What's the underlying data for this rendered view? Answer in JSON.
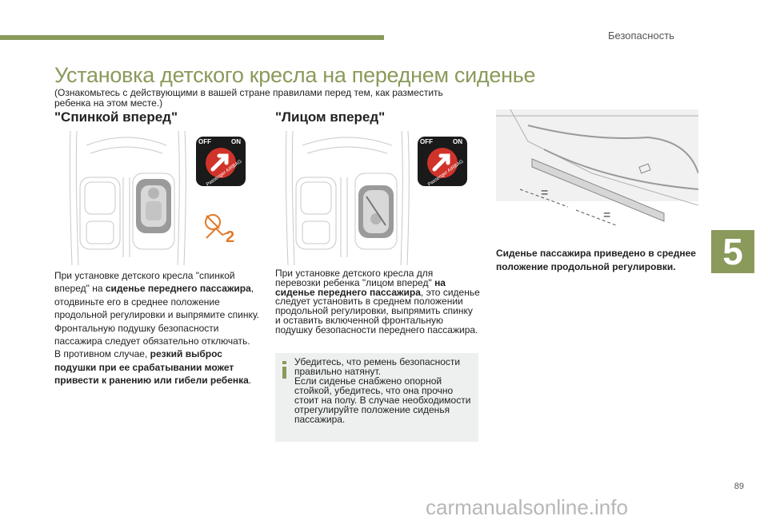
{
  "section": "Безопасность",
  "title": "Установка детского кресла на переднем сиденье",
  "subtitle": "(Ознакомьтесь с действующими в вашей стране правилами перед тем, как разместить ребенка на этом месте.)",
  "rear": {
    "heading": "\"Спинкой вперед\"",
    "p1_a": "При установке детского кресла \"спинкой вперед\" на ",
    "p1_b": "сиденье переднего пассажира",
    "p1_c": ", отодвиньте его в среднее положение продольной регулировки и выпрямите спинку.",
    "p2": "Фронтальную подушку безопасности пассажира следует обязательно отключать.",
    "p3_a": "В противном случае, ",
    "p3_b": "резкий выброс подушки при ее срабатывании может привести к ранению или гибели ребенка",
    "p3_c": "."
  },
  "front": {
    "heading": "\"Лицом вперед\"",
    "p1_a": "При установке детского кресла для перевозки ребенка \"лицом вперед\" ",
    "p1_b": "на сиденье переднего пассажира",
    "p1_c": ", это сиденье следует установить в среднем положении продольной регулировки, выпрямить спинку и оставить включенной фронтальную подушку безопасности переднего пассажира."
  },
  "note": {
    "l1": "Убедитесь, что ремень безопасности правильно натянут.",
    "l2": "Если сиденье снабжено опорной стойкой, убедитесь, что она прочно стоит на полу. В случае необходимости отрегулируйте положение сиденья пассажира."
  },
  "caption": "Сиденье пассажира приведено в среднее положение продольной регулировки.",
  "airbag": {
    "off": "OFF",
    "on": "ON",
    "label": "Passenger AIRBAG"
  },
  "seat_marks": {
    "eq1": "=",
    "eq2": "="
  },
  "warning_number": "2",
  "chapter": "5",
  "page_number": "89",
  "watermark": "carmanualsonline.info",
  "colors": {
    "accent": "#8a9a5b",
    "airbag_red": "#d0332a",
    "warning_orange": "#e07a2a",
    "note_bg": "#eef0f0"
  }
}
